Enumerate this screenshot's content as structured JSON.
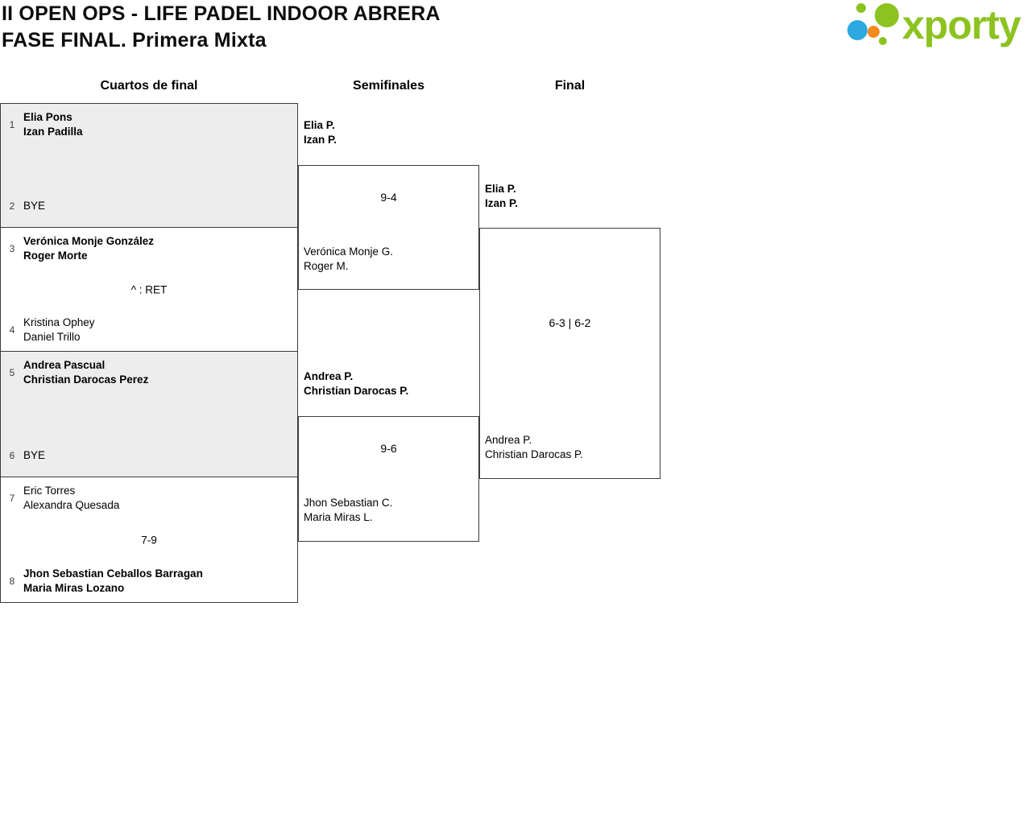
{
  "header": {
    "title_line1": "II OPEN OPS - LIFE PADEL INDOOR ABRERA",
    "title_line2": "FASE FINAL. Primera Mixta"
  },
  "logo": {
    "text": "xporty"
  },
  "colors": {
    "brand_green": "#8cc320",
    "brand_blue": "#2ba9e0",
    "brand_orange": "#f28c1e",
    "match_shaded_bg": "#ededed",
    "line": "#3c3c3c"
  },
  "round_headers": {
    "quarterfinals": "Cuartos de final",
    "semifinals": "Semifinales",
    "final": "Final"
  },
  "quarterfinals": [
    {
      "top_seed": "1",
      "top_name1": "Elia Pons",
      "top_name2": "Izan Padilla",
      "score": "",
      "bottom_seed": "2",
      "bottom_name1": "BYE",
      "bottom_name2": ""
    },
    {
      "top_seed": "3",
      "top_name1": "Verónica Monje González",
      "top_name2": "Roger Morte",
      "score": "^ : RET",
      "bottom_seed": "4",
      "bottom_name1": "Kristina Ophey",
      "bottom_name2": "Daniel Trillo"
    },
    {
      "top_seed": "5",
      "top_name1": "Andrea Pascual",
      "top_name2": "Christian Darocas Perez",
      "score": "",
      "bottom_seed": "6",
      "bottom_name1": "BYE",
      "bottom_name2": ""
    },
    {
      "top_seed": "7",
      "top_name1": "Eric Torres",
      "top_name2": "Alexandra Quesada",
      "score": "7-9",
      "bottom_seed": "8",
      "bottom_name1": "Jhon Sebastian Ceballos Barragan",
      "bottom_name2": "Maria Miras Lozano"
    }
  ],
  "semifinals": [
    {
      "top_name1": "Elia P.",
      "top_name2": "Izan P.",
      "score": "9-4",
      "bottom_name1": "Verónica Monje G.",
      "bottom_name2": "Roger M."
    },
    {
      "top_name1": "Andrea P.",
      "top_name2": "Christian Darocas P.",
      "score": "9-6",
      "bottom_name1": "Jhon Sebastian C.",
      "bottom_name2": "Maria Miras L."
    }
  ],
  "final": {
    "top_name1": "Elia P.",
    "top_name2": "Izan P.",
    "score": "6-3 | 6-2",
    "bottom_name1": "Andrea P.",
    "bottom_name2": "Christian Darocas P."
  }
}
